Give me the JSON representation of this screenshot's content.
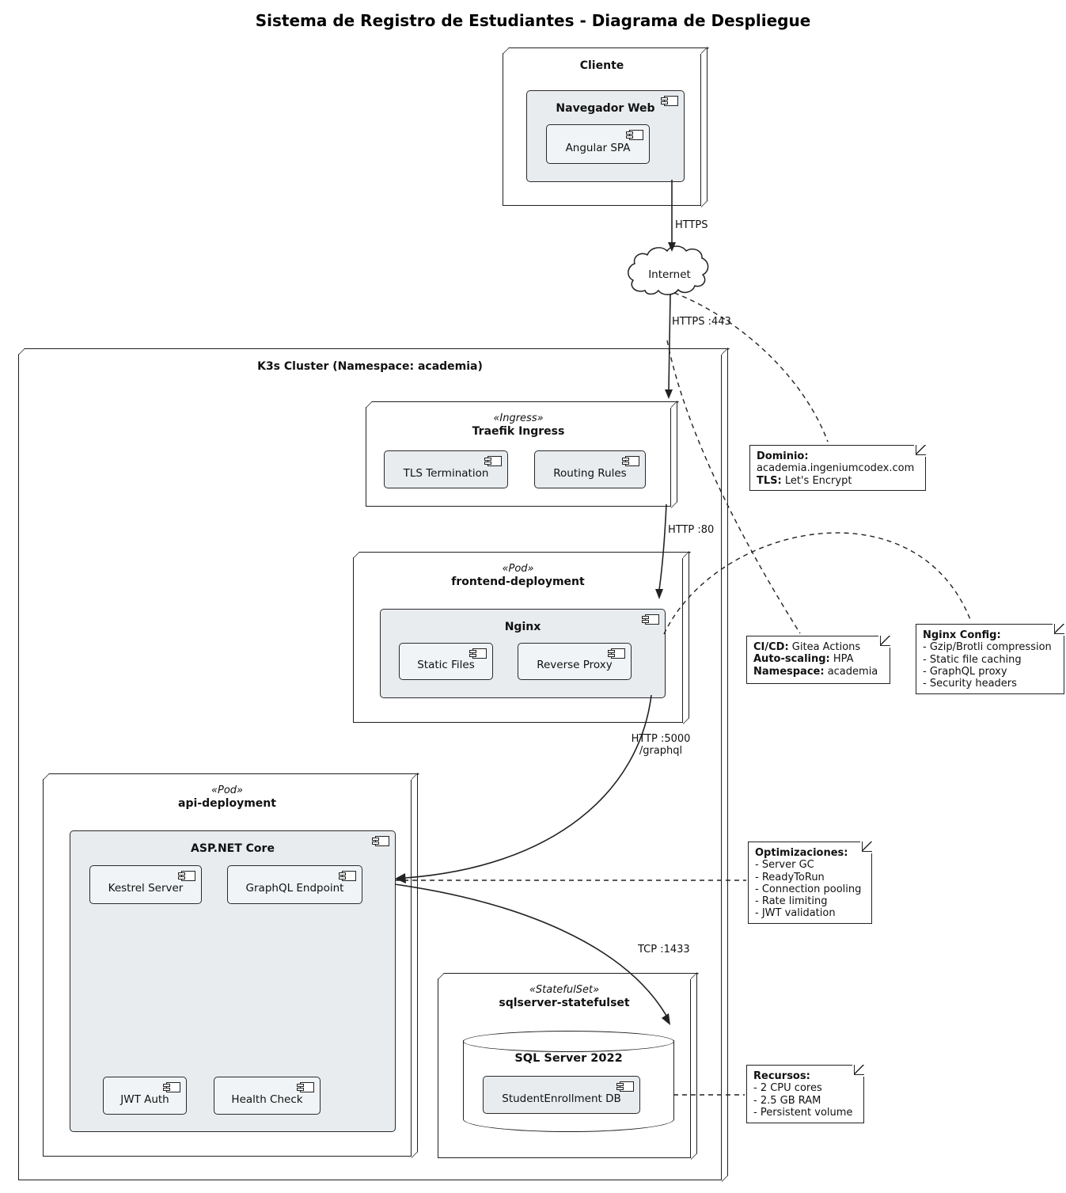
{
  "title": "Sistema de Registro de Estudiantes - Diagrama de Despliegue",
  "cloud": {
    "label": "Internet"
  },
  "nodes": {
    "cliente": {
      "label": "Cliente"
    },
    "k3s": {
      "label": "K3s Cluster (Namespace: academia)"
    },
    "traefik": {
      "stereotype": "«Ingress»",
      "label": "Traefik Ingress"
    },
    "frontend": {
      "stereotype": "«Pod»",
      "label": "frontend-deployment"
    },
    "api": {
      "stereotype": "«Pod»",
      "label": "api-deployment"
    },
    "sqlserver": {
      "stereotype": "«StatefulSet»",
      "label": "sqlserver-statefulset"
    }
  },
  "components": {
    "navegador_web": "Navegador Web",
    "angular_spa": "Angular SPA",
    "tls_termination": "TLS Termination",
    "routing_rules": "Routing Rules",
    "nginx": "Nginx",
    "static_files": "Static Files",
    "reverse_proxy": "Reverse Proxy",
    "aspnet_core": "ASP.NET Core",
    "kestrel": "Kestrel Server",
    "graphql_endpoint": "GraphQL Endpoint",
    "jwt_auth": "JWT Auth",
    "health_check": "Health Check",
    "sql_server": "SQL Server 2022",
    "student_db": "StudentEnrollment DB"
  },
  "edges": {
    "https": "HTTPS",
    "https443": "HTTPS :443",
    "http80": "HTTP :80",
    "http5000": "HTTP :5000",
    "http5000_path": "/graphql",
    "tcp1433": "TCP :1433"
  },
  "notes": {
    "dominio": {
      "l1b": "Dominio:",
      "l2": "academia.ingeniumcodex.com",
      "l3b": "TLS:",
      "l3r": " Let's Encrypt"
    },
    "cicd": {
      "l1b": "CI/CD:",
      "l1r": " Gitea Actions",
      "l2b": "Auto-scaling:",
      "l2r": " HPA",
      "l3b": "Namespace:",
      "l3r": " academia"
    },
    "nginx_config": {
      "titulo": "Nginx Config:",
      "items": [
        "- Gzip/Brotli compression",
        "- Static file caching",
        "- GraphQL proxy",
        "- Security headers"
      ]
    },
    "optimizaciones": {
      "titulo": "Optimizaciones:",
      "items": [
        "- Server GC",
        "- ReadyToRun",
        "- Connection pooling",
        "- Rate limiting",
        "- JWT validation"
      ]
    },
    "recursos": {
      "titulo": "Recursos:",
      "items": [
        "- 2 CPU cores",
        "- 2.5 GB RAM",
        "- Persistent volume"
      ]
    }
  },
  "colors": {
    "component_fill": "#e8ecef",
    "component_fill_nested": "#f1f4f6",
    "line": "#222222",
    "background": "#ffffff"
  }
}
